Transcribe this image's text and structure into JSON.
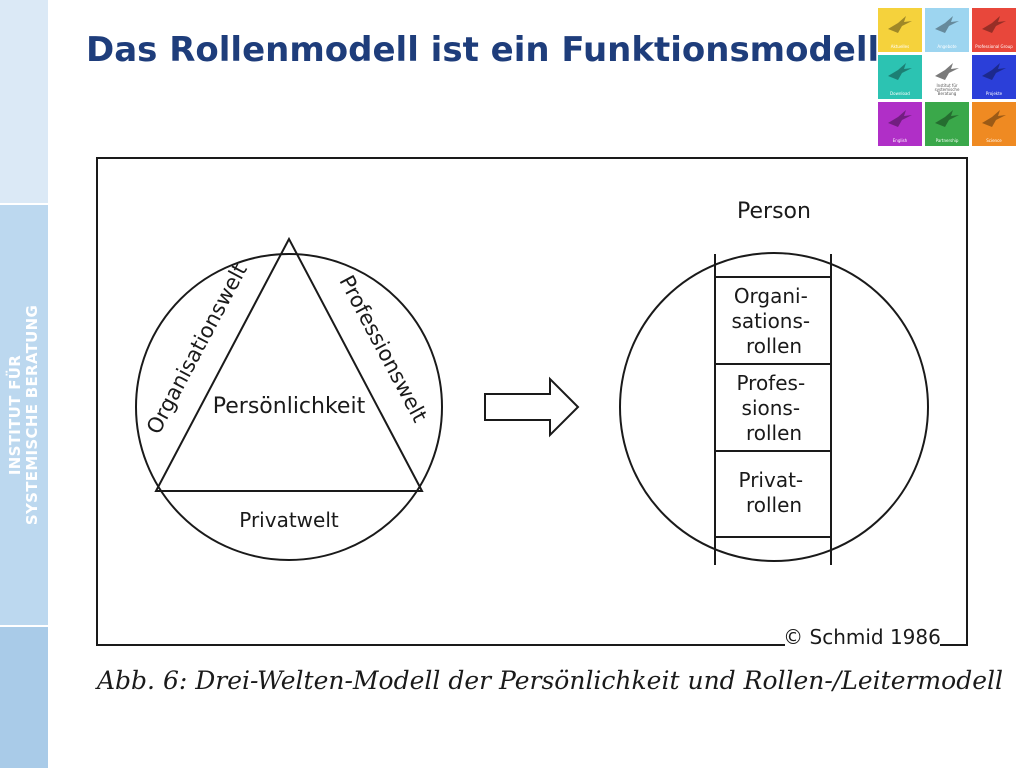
{
  "sidebar": {
    "line1": "INSTITUT FÜR",
    "line2": "SYSTEMISCHE BERATUNG"
  },
  "slide": {
    "title": "Das Rollenmodell ist ein Funktionsmodell"
  },
  "logo": {
    "tiles": [
      {
        "label": "Aktuelles",
        "color": "#f5d23c"
      },
      {
        "label": "Angebote",
        "color": "#9dd5f0"
      },
      {
        "label": "Professional Group",
        "color": "#e8473b"
      },
      {
        "label": "Download",
        "color": "#2cc3b2"
      },
      {
        "label": "Institut für systemische Beratung",
        "color": "#ffffff"
      },
      {
        "label": "Projekte",
        "color": "#2b3fd9"
      },
      {
        "label": "English",
        "color": "#b02fc7"
      },
      {
        "label": "Partnership",
        "color": "#3aa84a"
      },
      {
        "label": "Science",
        "color": "#ef8a22"
      }
    ]
  },
  "diagram": {
    "triangle_left": "Organisationswelt",
    "triangle_right": "Professionswelt",
    "triangle_center": "Persönlichkeit",
    "bottom_segment": "Privatwelt",
    "person_label": "Person",
    "org_roles": [
      "Organi-",
      "sations-",
      "rollen"
    ],
    "prof_roles": [
      "Profes-",
      "sions-",
      "rollen"
    ],
    "priv_roles": [
      "Privat-",
      "rollen"
    ],
    "copyright": "© Schmid 1986"
  },
  "caption": "Abb. 6: Drei-Welten-Modell der Persönlichkeit und Rollen-/Leitermodell"
}
